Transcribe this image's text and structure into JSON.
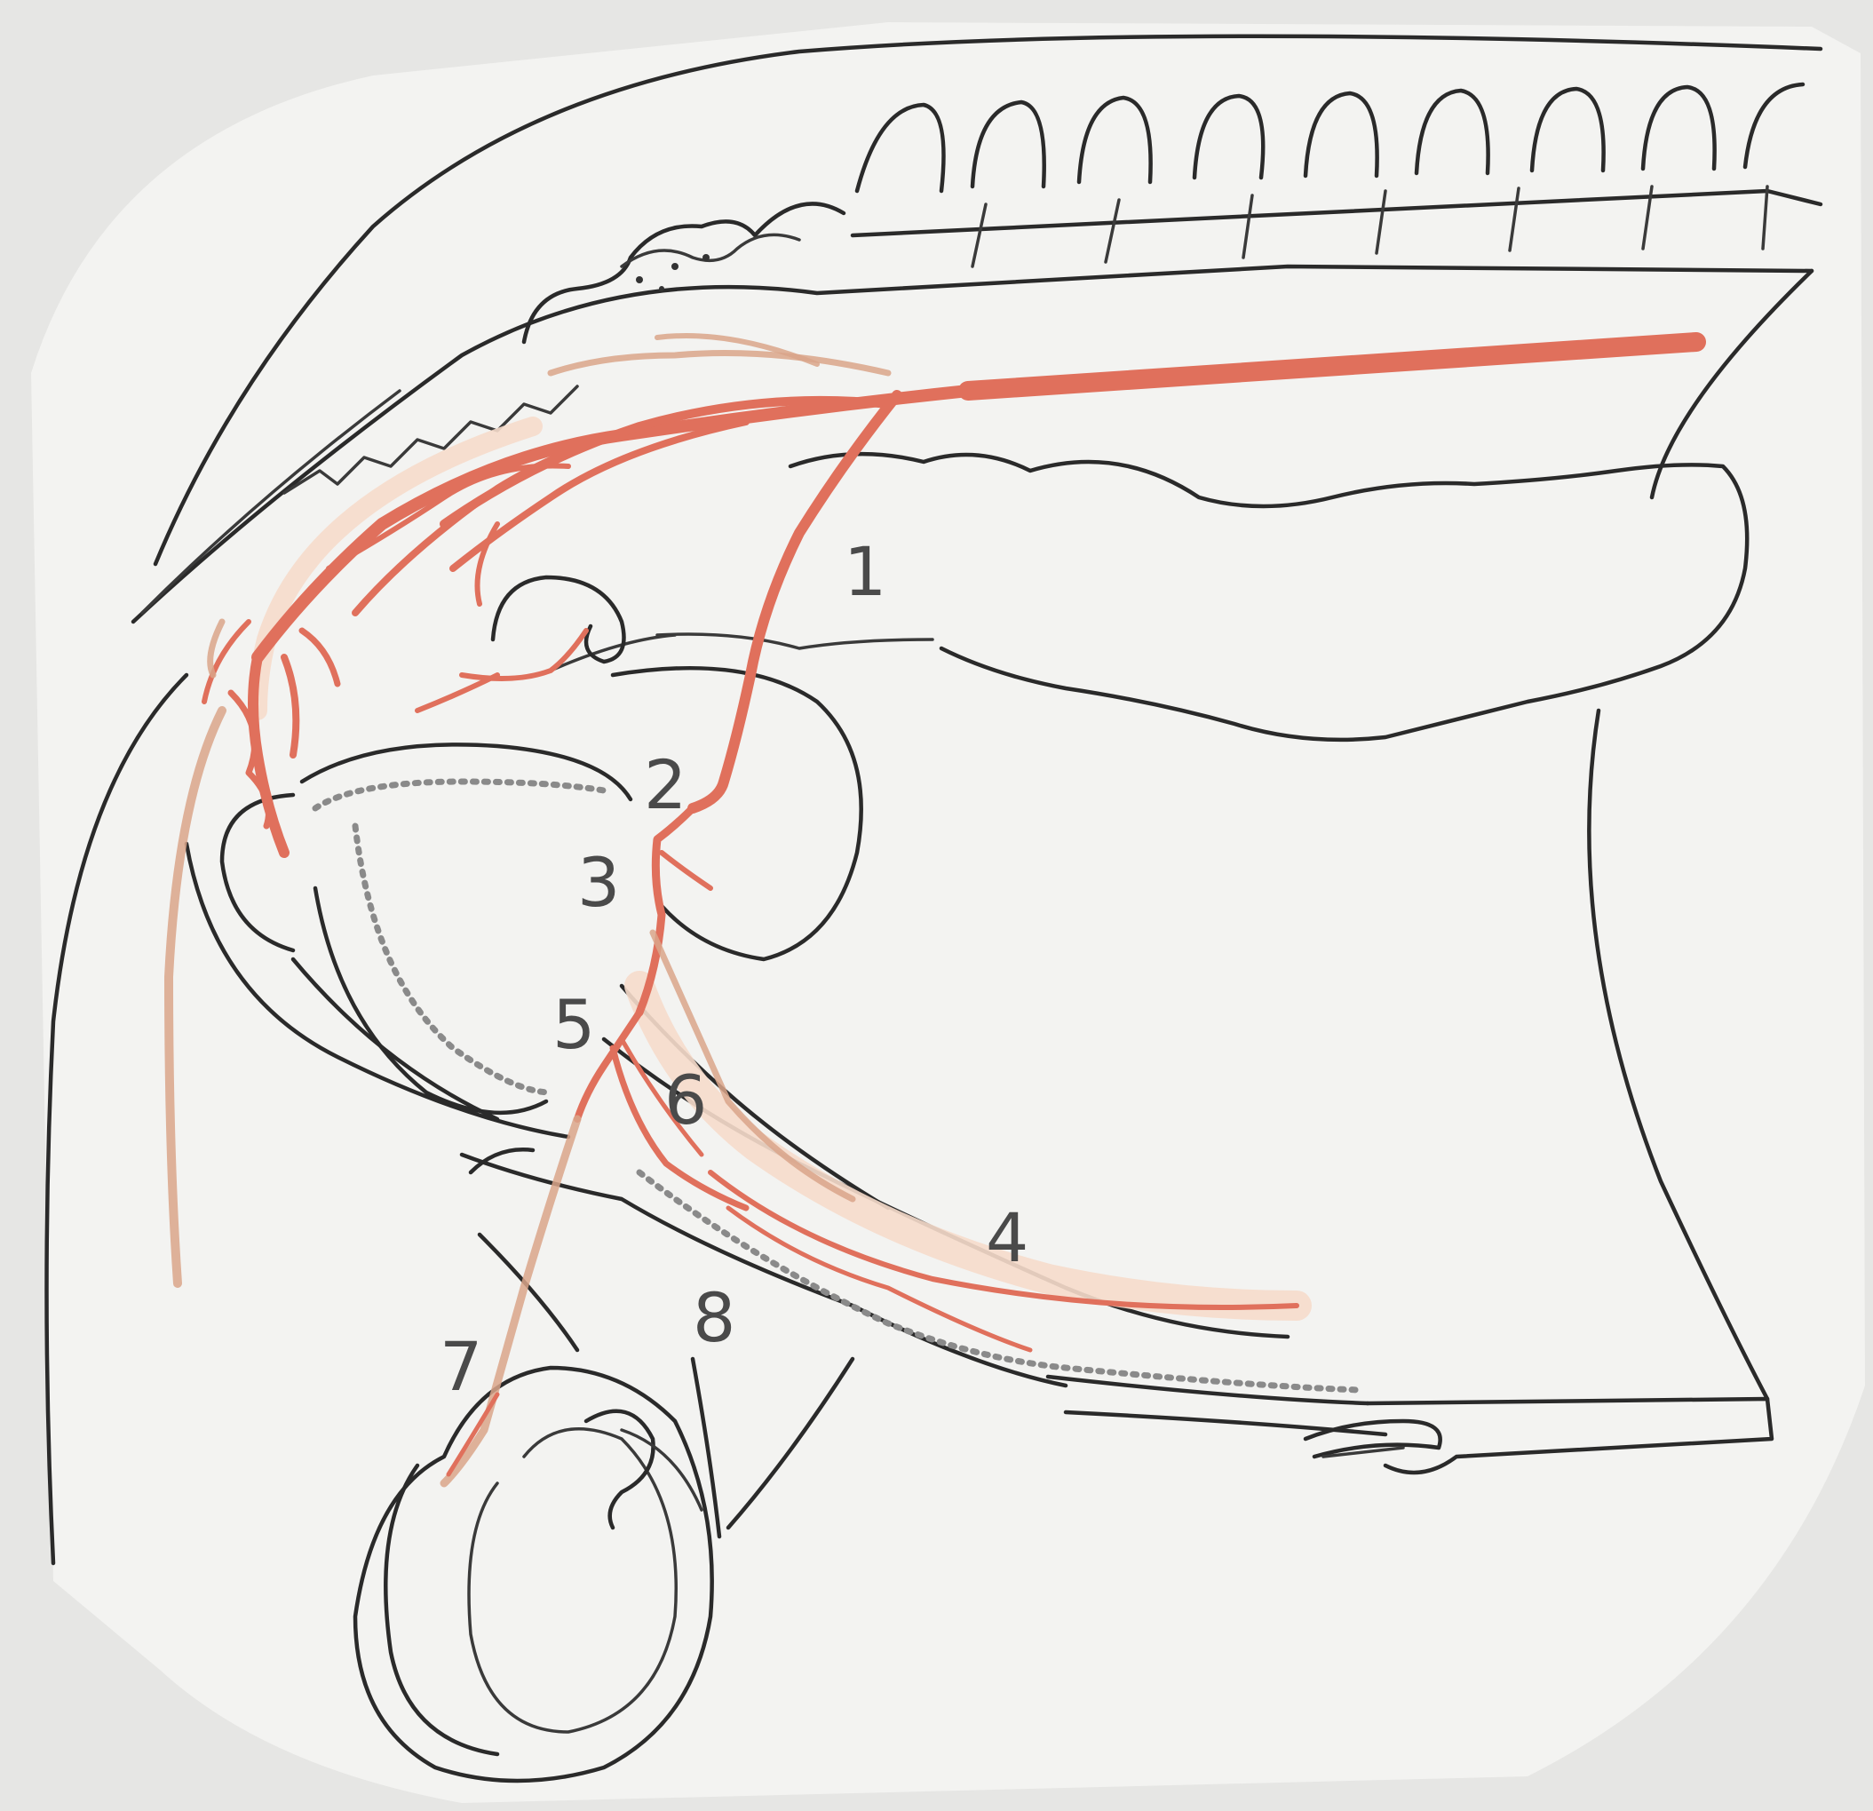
{
  "labels": [
    {
      "id": "1",
      "text": "1"
    },
    {
      "id": "2",
      "text": "2"
    },
    {
      "id": "3",
      "text": "3"
    },
    {
      "id": "4",
      "text": "4"
    },
    {
      "id": "5",
      "text": "5"
    },
    {
      "id": "6",
      "text": "6"
    },
    {
      "id": "7",
      "text": "7"
    },
    {
      "id": "8",
      "text": "8"
    }
  ],
  "colors": {
    "paper": "#f2f2f0",
    "background": "#e6e6e4",
    "ink": "#2a2a2a",
    "artery": "#e0705c",
    "artery_pale": "#d9a58a"
  }
}
